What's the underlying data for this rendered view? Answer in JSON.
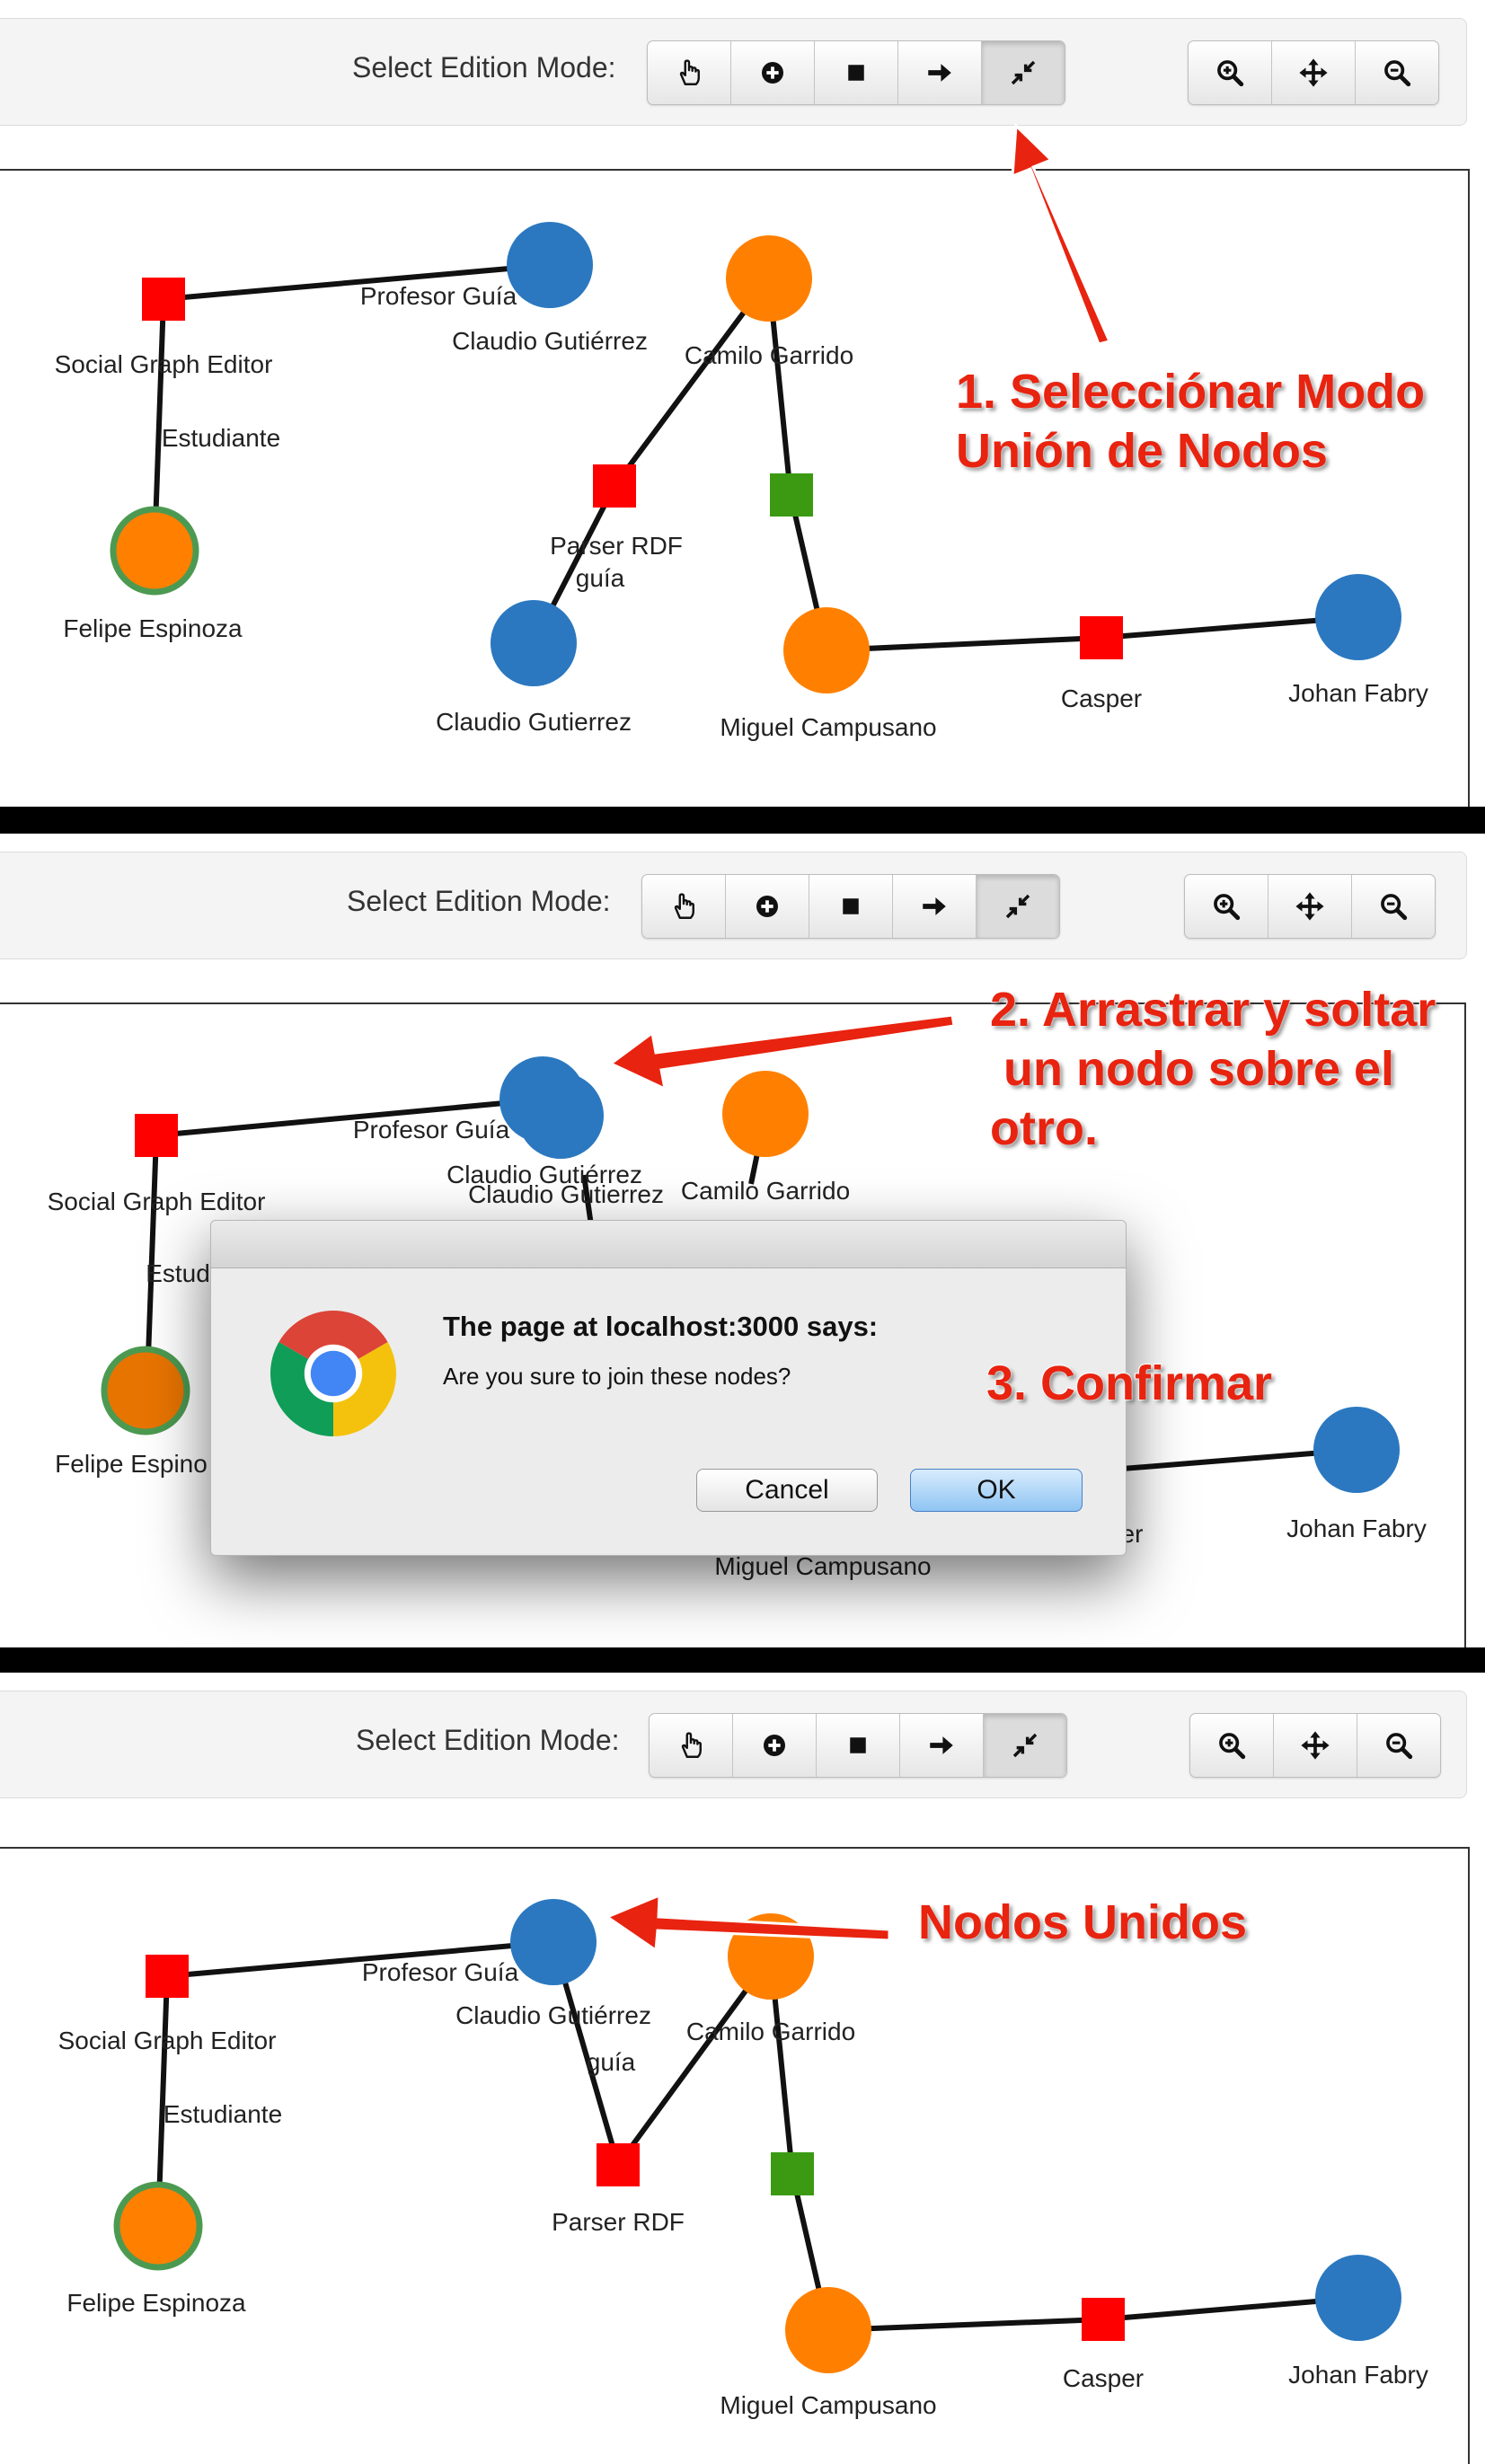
{
  "toolbar": {
    "label": "Select Edition Mode:",
    "mode_buttons": [
      "select-icon",
      "add-node-icon",
      "add-square-icon",
      "add-edge-icon",
      "join-nodes-icon"
    ],
    "zoom_buttons": [
      "zoom-in-icon",
      "pan-icon",
      "zoom-out-icon"
    ],
    "active_mode": "join-nodes-icon"
  },
  "panel1": {
    "labels": {
      "social_graph_editor": "Social Graph Editor",
      "profesor_guia": "Profesor Guía",
      "claudio_gutierrez_accent": "Claudio Gutiérrez",
      "camilo_garrido": "Camilo Garrido",
      "estudiante": "Estudiante",
      "parser_rdf": "Parser RDF",
      "guia": "guía",
      "felipe_espinoza": "Felipe Espinoza",
      "claudio_gutierrez": "Claudio Gutierrez",
      "miguel_campusano": "Miguel Campusano",
      "casper": "Casper",
      "johan_fabry": "Johan Fabry"
    },
    "annotation": [
      "1. Selecciónar Modo",
      "Unión de Nodos"
    ]
  },
  "panel2": {
    "labels": {
      "social_graph_editor": "Social Graph Editor",
      "profesor_guia": "Profesor Guía",
      "claudio_gutierrez_accent": "Claudio Gutiérrez",
      "claudio_gutierrez": "Claudio Gutierrez",
      "camilo_garrido": "Camilo Garrido",
      "estudiante_partial": "Estud",
      "felipe_partial": "Felipe Espino",
      "miguel_campusano": "Miguel Campusano",
      "casper_partial": "er",
      "johan_fabry": "Johan Fabry"
    },
    "annotation": [
      "2. Arrastrar y soltar",
      " un nodo sobre el",
      "otro."
    ],
    "confirm_annotation": "3. Confirmar",
    "dialog": {
      "title": "The page at localhost:3000 says:",
      "message": "Are you sure to join these nodes?",
      "cancel": "Cancel",
      "ok": "OK"
    }
  },
  "panel3": {
    "labels": {
      "social_graph_editor": "Social Graph Editor",
      "profesor_guia": "Profesor Guía",
      "claudio_gutierrez_accent": "Claudio Gutiérrez",
      "camilo_garrido": "Camilo Garrido",
      "estudiante": "Estudiante",
      "guia": "guía",
      "parser_rdf": "Parser RDF",
      "felipe_espinoza": "Felipe Espinoza",
      "miguel_campusano": "Miguel Campusano",
      "casper": "Casper",
      "johan_fabry": "Johan Fabry"
    },
    "annotation": "Nodos Unidos"
  },
  "colors": {
    "person_node": "#2b78c0",
    "person_node_alt": "#ff8000",
    "project_node": "#ff0000",
    "software_node": "#3b9a12",
    "annotation": "#e8230f"
  }
}
